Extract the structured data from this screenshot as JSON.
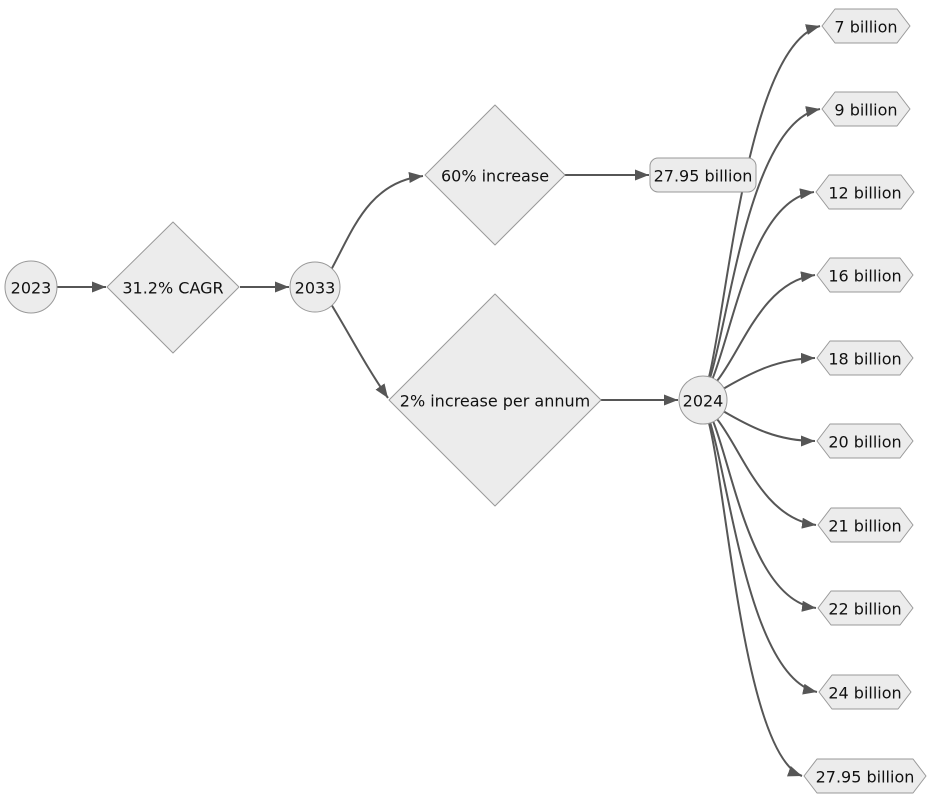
{
  "diagram": {
    "type": "flowchart",
    "colors": {
      "background": "#ffffff",
      "node_fill": "#ececec",
      "node_border": "#999999",
      "edge": "#565656",
      "text": "#111111"
    },
    "nodes": {
      "start_year": {
        "label": "2023",
        "shape": "circle"
      },
      "cagr": {
        "label": "31.2% CAGR",
        "shape": "diamond"
      },
      "end_year": {
        "label": "2033",
        "shape": "circle"
      },
      "sixty_increase": {
        "label": "60% increase",
        "shape": "diamond"
      },
      "total_billion": {
        "label": "27.95 billion",
        "shape": "rounded-rect"
      },
      "annual_increase": {
        "label": "2% increase per annum",
        "shape": "diamond"
      },
      "year_2024": {
        "label": "2024",
        "shape": "circle"
      }
    },
    "outcomes": [
      {
        "label": "7 billion"
      },
      {
        "label": "9 billion"
      },
      {
        "label": "12 billion"
      },
      {
        "label": "16 billion"
      },
      {
        "label": "18 billion"
      },
      {
        "label": "20 billion"
      },
      {
        "label": "21 billion"
      },
      {
        "label": "22 billion"
      },
      {
        "label": "24 billion"
      },
      {
        "label": "27.95 billion"
      }
    ],
    "edges": [
      "2023 -> 31.2% CAGR",
      "31.2% CAGR -> 2033",
      "2033 -> 60% increase",
      "2033 -> 2% increase per annum",
      "60% increase -> 27.95 billion",
      "2% increase per annum -> 2024",
      "2024 -> 7 billion",
      "2024 -> 9 billion",
      "2024 -> 12 billion",
      "2024 -> 16 billion",
      "2024 -> 18 billion",
      "2024 -> 20 billion",
      "2024 -> 21 billion",
      "2024 -> 22 billion",
      "2024 -> 24 billion",
      "2024 -> 27.95 billion"
    ]
  }
}
